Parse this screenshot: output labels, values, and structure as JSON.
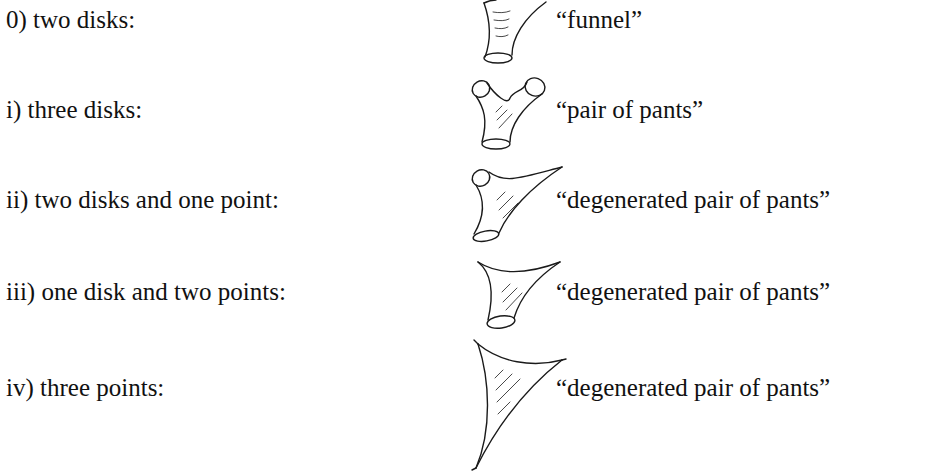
{
  "diagram": {
    "labels": [
      "0) two disks:",
      "“funnel”",
      "i) three disks:",
      "“pair of pants”",
      "ii) two disks and one point:",
      "“degenerated pair of pants”",
      "iii) one disk and two points:",
      "“degenerated pair of pants”",
      "iv) three points:",
      "“degenerated pair of pants”"
    ]
  }
}
